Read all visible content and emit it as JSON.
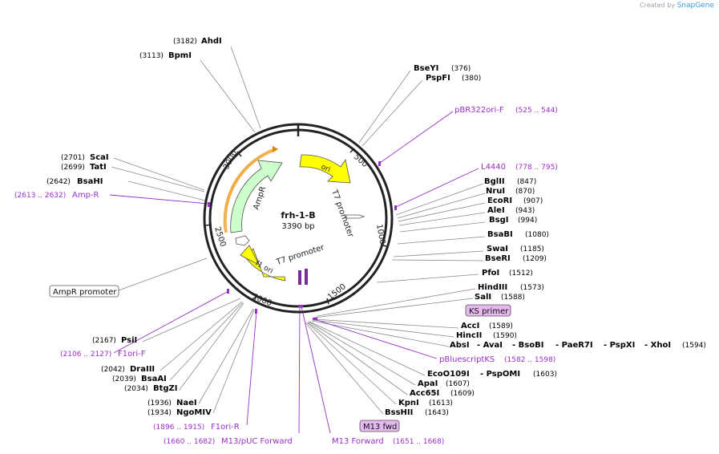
{
  "credit": {
    "prefix": "Created by",
    "brand": "SnapGene"
  },
  "plasmid": {
    "name": "frh-1-B",
    "size_label": "3390 bp",
    "length": 3390
  },
  "ticks": [
    "500",
    "1000",
    "1500",
    "2000",
    "2500",
    "3000"
  ],
  "features": [
    {
      "label": "ori",
      "color": "#ffff00"
    },
    {
      "label": "T7 promoter",
      "color": "#ffffff"
    },
    {
      "label": "T7 promoter",
      "color": "#ffffff"
    },
    {
      "label": "f1 ori",
      "color": "#ffff00"
    },
    {
      "label": "AmpR",
      "color": "#ccffcc"
    },
    {
      "label": "AmpR promoter",
      "color": "#ffffff"
    }
  ],
  "enzymes": [
    {
      "name": "AhdI",
      "pos": "(3182)"
    },
    {
      "name": "BpmI",
      "pos": "(3113)"
    },
    {
      "name": "BseYI",
      "pos": "(376)"
    },
    {
      "name": "PspFI",
      "pos": "(380)"
    },
    {
      "name": "ScaI",
      "pos": "(2701)"
    },
    {
      "name": "TatI",
      "pos": "(2699)"
    },
    {
      "name": "BsaHI",
      "pos": "(2642)"
    },
    {
      "name": "BglII",
      "pos": "(847)"
    },
    {
      "name": "NruI",
      "pos": "(870)"
    },
    {
      "name": "EcoRI",
      "pos": "(907)"
    },
    {
      "name": "AleI",
      "pos": "(943)"
    },
    {
      "name": "BsgI",
      "pos": "(994)"
    },
    {
      "name": "BsaBI",
      "pos": "(1080)"
    },
    {
      "name": "SwaI",
      "pos": "(1185)"
    },
    {
      "name": "BseRI",
      "pos": "(1209)"
    },
    {
      "name": "PfoI",
      "pos": "(1512)"
    },
    {
      "name": "HindIII",
      "pos": "(1573)"
    },
    {
      "name": "SalI",
      "pos": "(1588)"
    },
    {
      "name": "AccI",
      "pos": "(1589)"
    },
    {
      "name": "HincII",
      "pos": "(1590)"
    },
    {
      "names": [
        "AbsI",
        "- AvaI",
        "- BsoBI",
        "- PaeR7I",
        "- PspXI",
        "- XhoI"
      ],
      "pos": "(1594)"
    },
    {
      "names": [
        "EcoO109I",
        "- PspOMI"
      ],
      "pos": "(1603)"
    },
    {
      "name": "ApaI",
      "pos": "(1607)"
    },
    {
      "name": "Acc65I",
      "pos": "(1609)"
    },
    {
      "name": "KpnI",
      "pos": "(1613)"
    },
    {
      "name": "BssHII",
      "pos": "(1643)"
    },
    {
      "name": "PsiI",
      "pos": "(2167)"
    },
    {
      "name": "DraIII",
      "pos": "(2042)"
    },
    {
      "name": "BsaAI",
      "pos": "(2039)"
    },
    {
      "name": "BtgZI",
      "pos": "(2034)"
    },
    {
      "name": "NaeI",
      "pos": "(1936)"
    },
    {
      "name": "NgoMIV",
      "pos": "(1934)"
    }
  ],
  "primers": [
    {
      "name": "pBR322ori-F",
      "range": "(525 .. 544)"
    },
    {
      "name": "L4440",
      "range": "(778 .. 795)"
    },
    {
      "name": "Amp-R",
      "range": "(2613 .. 2632)"
    },
    {
      "name": "pBluescriptKS",
      "range": "(1582 .. 1598)"
    },
    {
      "name": "F1ori-F",
      "range": "(2106 .. 2127)"
    },
    {
      "name": "F1ori-R",
      "range": "(1896 .. 1915)"
    },
    {
      "name": "M13/pUC Forward",
      "range": "(1660 .. 1682)"
    },
    {
      "name": "M13 Forward",
      "range": "(1651 .. 1668)"
    }
  ],
  "boxed_labels": [
    "AmpR promoter",
    "KS primer",
    "M13 fwd"
  ],
  "colors": {
    "enzyme": "#000000",
    "primer": "#9b2fc9",
    "backbone": "#222222",
    "box_fill": "#e5b8f0"
  }
}
